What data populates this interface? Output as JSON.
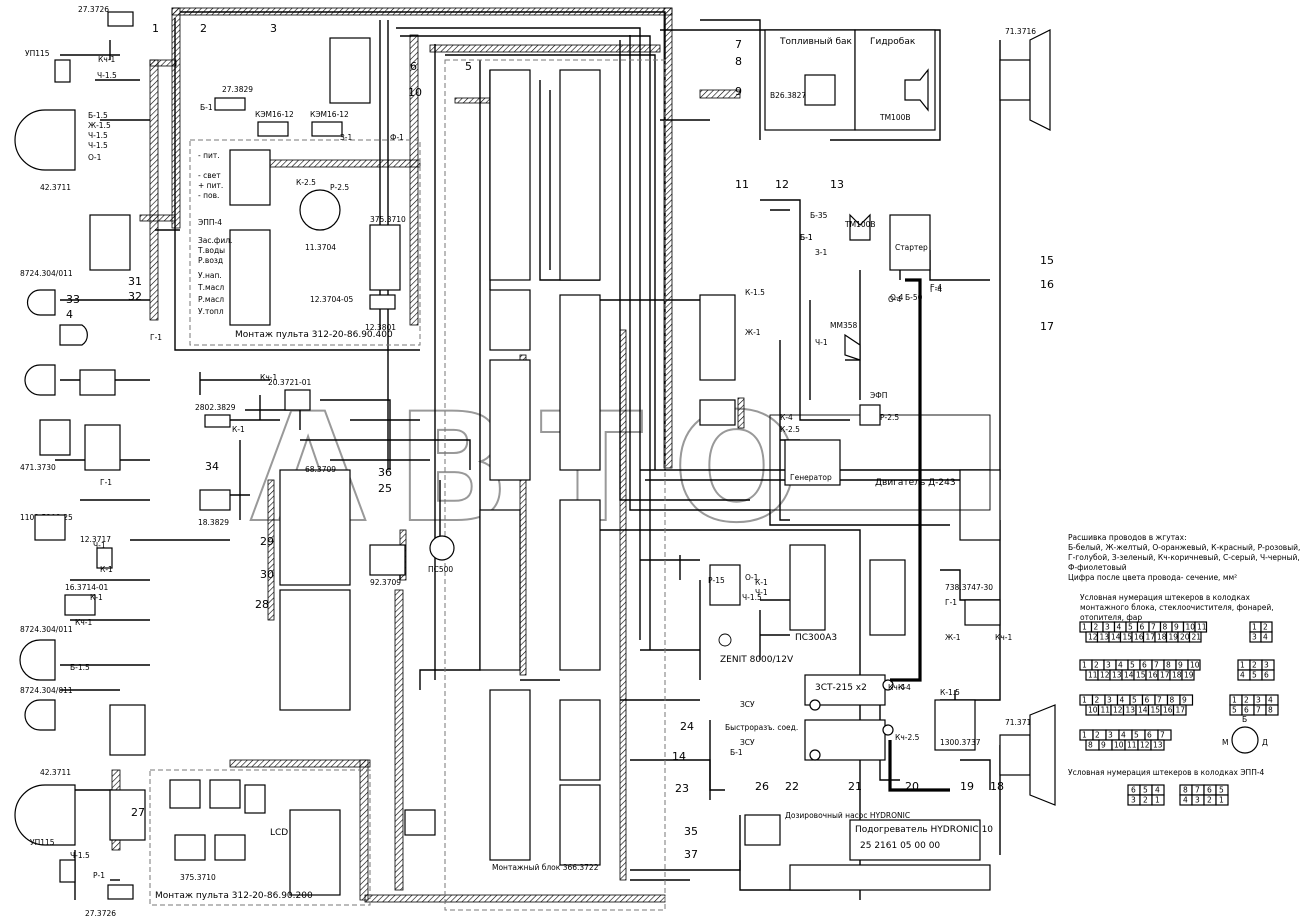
{
  "diagram": {
    "watermark": "АВТО",
    "components": {
      "c_27_3726_top": "27.3726",
      "c_up115_top": "УП115",
      "c_42_3711_top": "42.3711",
      "c_8724_1": "8724.304/011",
      "c_471_3730": "471.3730",
      "c_1102": "1102.5208-25",
      "c_12_3717": "12.3717",
      "c_16_3714": "16.3714-01",
      "c_8724_2": "8724.304/011",
      "c_8724_3": "8724.304/011",
      "c_42_3711_bot": "42.3711",
      "c_up115_bot": "УП115",
      "c_27_3726_bot": "27.3726",
      "c_27_3829": "27.3829",
      "c_ksm_1": "КЭМ16-12",
      "c_ksm_2": "КЭМ16-12",
      "c_epp4": "ЭПП-4",
      "c_11_3704": "11.3704",
      "c_12_3704_05": "12.3704-05",
      "c_375_3710": "375.3710",
      "c_12_3801": "12.3801",
      "c_montazh1": "Монтаж пульта 312-20-86.90.400",
      "c_20_3721": "20.3721-01",
      "c_2802": "2802.3829",
      "c_68_3709": "68.3709",
      "c_18_3829": "18.3829",
      "c_ps500": "ПС500",
      "c_92_3709": "92.3709",
      "c_montazh2": "Монтаж пульта 312-20-86.90.200",
      "c_375_3710b": "375.3710",
      "c_lcd": "LCD",
      "c_mb": "Монтажный блок 366.3722",
      "c_fuel": "Топливный бак",
      "c_hydro": "Гидробак",
      "c_v26": "В26.3827",
      "c_tm100v_top": "ТМ100В",
      "c_tm100v_mid": "ТМ100В",
      "c_starter": "Стартер",
      "c_mm358": "ММ358",
      "c_b50": "Б-50",
      "c_efp": "ЭФП",
      "c_gen": "Генератор",
      "c_engine": "Двигатель Д-243",
      "c_71_3716_top": "71.3716",
      "c_71_3716_bot": "71.3716",
      "c_ps300": "ПС300А3",
      "c_zenit": "ZENIT 8000/12V",
      "c_738": "738.3747-30",
      "c_battery": "3СТ-215 х2",
      "c_1300": "1300.3737",
      "c_zsu1": "ЗСУ",
      "c_zsu2": "ЗСУ",
      "c_quick": "Быстроразъ. соед.",
      "c_doz": "Дозировочный насос HYDRONIC",
      "c_heater1": "Подогреватель HYDRONIC 10",
      "c_heater2": "25 2161 05 00 00",
      "c_term_b": "Б",
      "c_term_m": "М",
      "c_term_d": "Д"
    },
    "epp4_labels": [
      "- пит.",
      "- свет",
      "+ пит.",
      "- пов.",
      "Зас.фил.",
      "Т.воды",
      "Р.возд",
      "У.нап.",
      "Т.масл",
      "Р.масл",
      "У.топл"
    ],
    "legend": {
      "title": "Расшивка проводов в жгутах:",
      "lines": [
        "Б-белый, Ж-желтый, О-оранжевый, К-красный, Р-розовый,",
        "Г-голубой, З-зеленый, Кч-коричневый, С-серый, Ч-черный,",
        "Ф-фиолетовый",
        "Цифра после цвета провода- сечение, мм²"
      ],
      "plug_title": "Условная нумерация штекеров в колодках монтажного блока, стеклоочистителя, фонарей, отопителя, фар",
      "plug_title_lines": [
        "Условная нумерация штекеров в колодках",
        "монтажного блока, стеклоочистителя, фонарей,",
        "отопителя, фар"
      ],
      "epp4_title": "Условная нумерация штекеров в колодках ЭПП-4",
      "row1a": [
        "1",
        "2",
        "3",
        "4",
        "5",
        "6",
        "7",
        "8",
        "9",
        "10",
        "11"
      ],
      "row1b": [
        "12",
        "13",
        "14",
        "15",
        "16",
        "17",
        "18",
        "19",
        "20",
        "21"
      ],
      "row2a": [
        "1",
        "2",
        "3",
        "4",
        "5",
        "6",
        "7",
        "8",
        "9",
        "10"
      ],
      "row2b": [
        "11",
        "12",
        "13",
        "14",
        "15",
        "16",
        "17",
        "18",
        "19"
      ],
      "row3a": [
        "1",
        "2",
        "3",
        "4",
        "5",
        "6",
        "7",
        "8",
        "9"
      ],
      "row3b": [
        "10",
        "11",
        "12",
        "13",
        "14",
        "15",
        "16",
        "17"
      ],
      "row4a": [
        "1",
        "2",
        "3",
        "4",
        "5",
        "6",
        "7"
      ],
      "row4b": [
        "8",
        "9",
        "10",
        "11",
        "12",
        "13"
      ],
      "sq2a": [
        "1",
        "2"
      ],
      "sq2b": [
        "3",
        "4"
      ],
      "sq3a": [
        "1",
        "2",
        "3"
      ],
      "sq3b": [
        "4",
        "5",
        "6"
      ],
      "sq4a": [
        "1",
        "2",
        "3",
        "4"
      ],
      "sq4b": [
        "5",
        "6",
        "7",
        "8"
      ],
      "epp_a": [
        "6",
        "5",
        "4"
      ],
      "epp_b": [
        "3",
        "2",
        "1"
      ],
      "epp_c": [
        "8",
        "7",
        "6",
        "5"
      ],
      "epp_d": [
        "4",
        "3",
        "2",
        "1"
      ]
    },
    "callouts": [
      "1",
      "2",
      "3",
      "4",
      "5",
      "6",
      "7",
      "8",
      "9",
      "10",
      "11",
      "12",
      "13",
      "14",
      "15",
      "16",
      "17",
      "18",
      "19",
      "20",
      "21",
      "22",
      "23",
      "24",
      "25",
      "26",
      "27",
      "28",
      "29",
      "30",
      "31",
      "32",
      "33",
      "34",
      "35",
      "36",
      "37"
    ],
    "wires": {
      "w1": "Кч-1",
      "w2": "Ч-1.5",
      "w3": "Б-1.5",
      "w4": "Ж-1.5",
      "w5": "Ч-1.5",
      "w6": "Ч-1.5",
      "w7": "О-1",
      "w8": "Б-1",
      "w9": "Г-1",
      "w10": "Кч-1",
      "w11": "К-1",
      "w12": "З-1",
      "w13": "Ф-1",
      "w14": "К-2.5",
      "w15": "Р-2.5",
      "w16": "К-1.5",
      "w17": "Ж-1",
      "w18": "О-4",
      "w19": "Г-4",
      "w20": "Кч-4",
      "w21": "К-4",
      "w22": "Кч-2.5",
      "w23": "К-1.5",
      "w24": "Ч-1",
      "w25": "Б-1",
      "w26": "К-4",
      "w27": "К-2.5",
      "w28": "Р-2.5",
      "w29": "Б-35",
      "w30": "Б-1",
      "w31": "З-1",
      "w32": "Г-4",
      "w33": "О-4",
      "w34": "Кч-1",
      "w35": "Ж-1",
      "w36": "Г-1",
      "w37": "О-1",
      "w38": "Кч-1",
      "w39": "Б-1.5",
      "w40": "Ч-1",
      "w41": "К-1",
      "w42": "Р-1",
      "w43": "Ч-1.5",
      "w44": "Р-15",
      "w45": "К-1",
      "w46": "Ч-1",
      "w47": "Ч-1.5",
      "w48": "Б-1",
      "w49": "Г-1",
      "w50": "К-1"
    }
  }
}
